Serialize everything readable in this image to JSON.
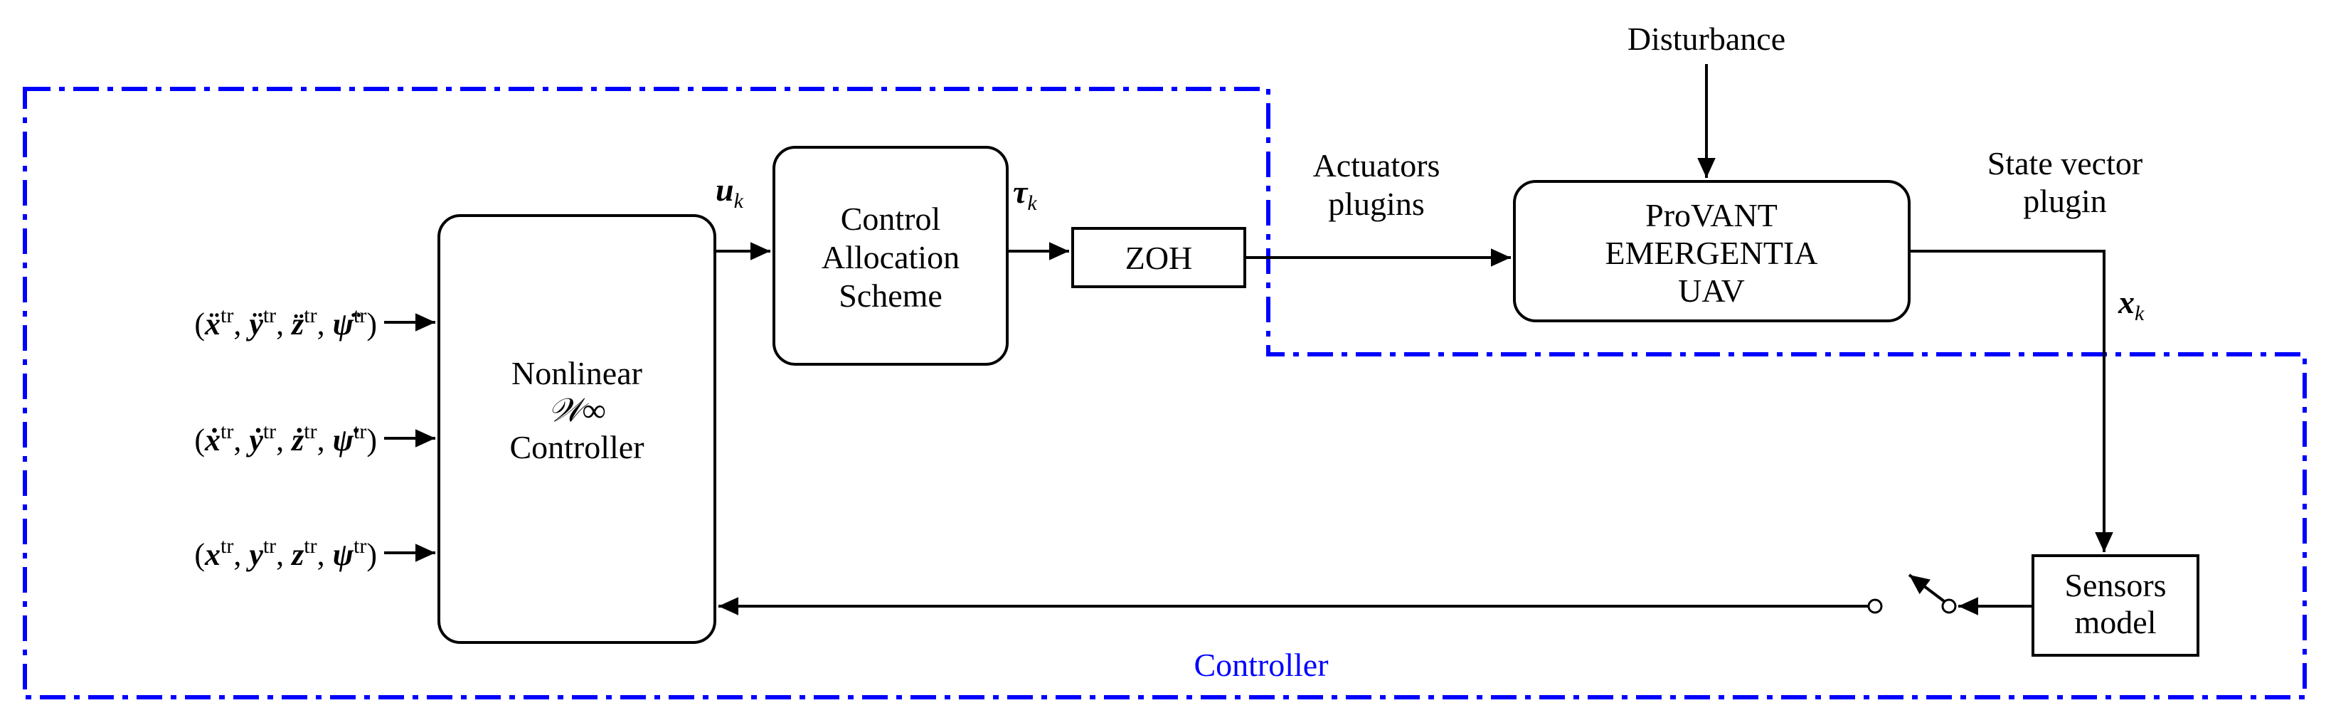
{
  "disturbance": "Disturbance",
  "actuators": {
    "line1": "Actuators",
    "line2": "plugins"
  },
  "state_vector": {
    "line1": "State vector",
    "line2": "plugin"
  },
  "controller_label": "Controller",
  "blocks": {
    "nonlinear": {
      "line1": "Nonlinear",
      "line2": "𝒲∞",
      "line3": "Controller"
    },
    "allocation": {
      "line1": "Control",
      "line2": "Allocation",
      "line3": "Scheme"
    },
    "zoh": "ZOH",
    "uav": {
      "line1": "ProVANT",
      "line2": "EMERGENTIA",
      "line3": "UAV"
    },
    "sensors": {
      "line1": "Sensors",
      "line2": "model"
    }
  },
  "signals": {
    "u": "u",
    "u_sub": "k",
    "tau": "τ",
    "tau_sub": "k",
    "x": "x",
    "x_sub": "k"
  },
  "inputs": [
    {
      "open": "(",
      "vars": [
        "ẍ",
        "ÿ",
        "z̈",
        "ψ̈"
      ],
      "sup": "tr",
      "sep": ", ",
      "close": ")"
    },
    {
      "open": "(",
      "vars": [
        "ẋ",
        "ẏ",
        "ż",
        "ψ̇"
      ],
      "sup": "tr",
      "sep": ", ",
      "close": ")"
    },
    {
      "open": "(",
      "vars": [
        "x",
        "y",
        "z",
        "ψ"
      ],
      "sup": "tr",
      "sep": ", ",
      "close": ")"
    }
  ],
  "colors": {
    "boundary": "#0000ff",
    "controller_text": "#0000ff",
    "lines": "#000000"
  }
}
